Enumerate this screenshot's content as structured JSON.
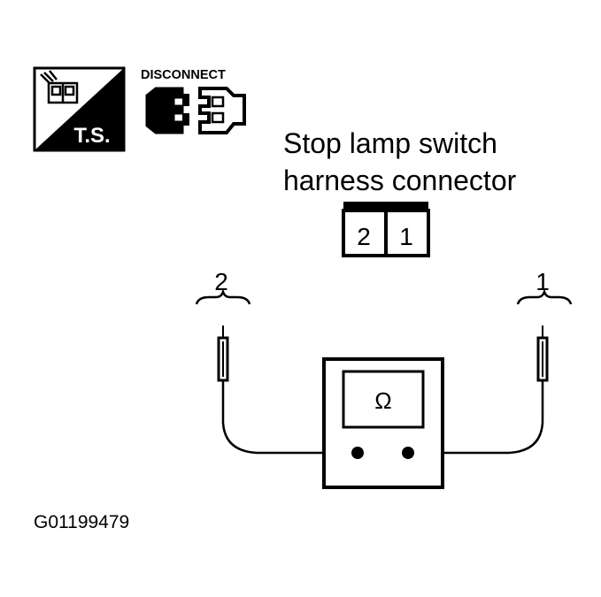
{
  "icons": {
    "ts_label": "T.S.",
    "disconnect_label": "DISCONNECT"
  },
  "connector": {
    "title_line1": "Stop lamp switch",
    "title_line2": "harness connector",
    "pins": [
      "2",
      "1"
    ]
  },
  "probes": {
    "left_label": "2",
    "right_label": "1"
  },
  "meter": {
    "unit_symbol": "Ω"
  },
  "figure_id": "G01199479"
}
